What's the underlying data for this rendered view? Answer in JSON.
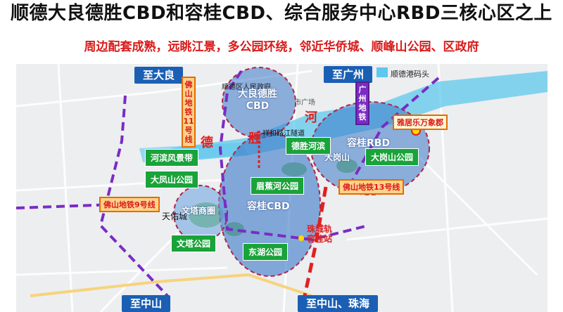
{
  "title": "顺德大良德胜CBD和容桂CBD、综合服务中心RBD三核心区之上",
  "subtitle": "周边配套成熟，远眺江景，多公园环绕，邻近华侨城、顺峰山公园、区政府",
  "map": {
    "directions": {
      "to_daliang": "至大良",
      "to_guangzhou": "至广州",
      "to_zhongshan_left": "至中山",
      "to_zhongshan_zhuhai": "至中山、珠海"
    },
    "legend": {
      "port_label": "顺德港码头"
    },
    "districts": {
      "daliang_desheng_cbd": "大良德胜\nCBD",
      "ronggui_cbd": "容桂CBD",
      "ronggui_rbd": "容桂RBD",
      "wenta_shangquan": "文塔商圈"
    },
    "parks": {
      "hebin_fengjing": "河滨风景带",
      "dafengshan": "大凤山公园",
      "desheng_hebin": "德胜河滨",
      "meijiao_he": "眉蕉河公园",
      "dagangshan": "大岗山公园",
      "wenta": "文塔公园",
      "donghu": "东湖公园"
    },
    "metro": {
      "line11": "佛山地铁11号线",
      "line9": "佛山地铁9号线",
      "line13": "佛山地铁13号线",
      "line_right_vertical": "广州地铁"
    },
    "places": {
      "yajulefwanxiangjun": "雅居乐万象郡",
      "zhucheng_station": "珠城轨\n容桂站",
      "dagangshan_label": "大岗山",
      "tianyouchen": "天佑城",
      "district_gov": "顺德区人民政府",
      "tunnel": "祥和路江隧道",
      "square": "市广场"
    },
    "river_label": [
      "德",
      "胜",
      "河"
    ],
    "colors": {
      "water": "#5fc8ee",
      "cbd_fill": "#3a78c8",
      "park_green": "#19a339",
      "direction_blue": "#1a5fb4",
      "metro_purple": "#7a2cc4",
      "rail_red": "#e02020"
    }
  }
}
